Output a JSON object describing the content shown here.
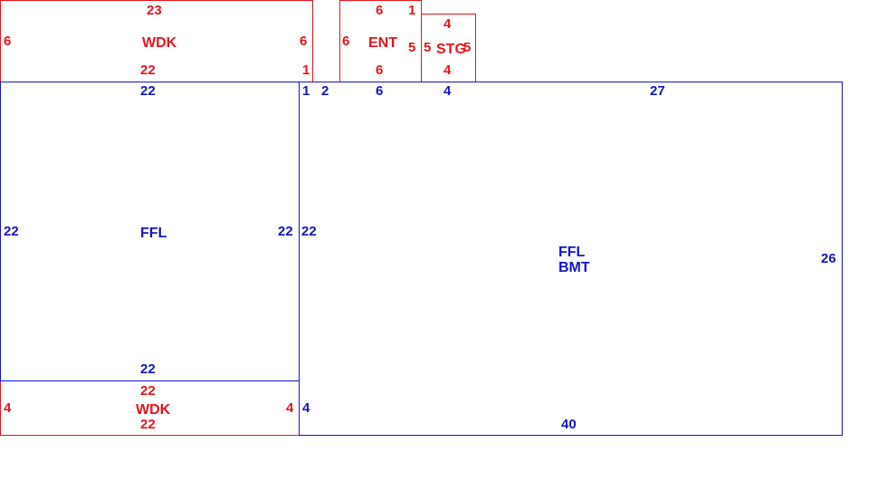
{
  "colors": {
    "exterior": "#e8141c",
    "interior": "#1414c8"
  },
  "rooms": {
    "wdk_top": {
      "name": "WDK",
      "top": "23",
      "left": "6",
      "right": "6",
      "bottom": "22",
      "right_bottom": "1"
    },
    "ent": {
      "name": "ENT",
      "top": "6",
      "top_right": "1",
      "left": "6",
      "right": "5",
      "bottom": "6"
    },
    "stg": {
      "name": "STG",
      "top": "4",
      "left": "5",
      "right": "5",
      "bottom": "4"
    },
    "ffl": {
      "name": "FFL",
      "top": "22",
      "left": "22",
      "right": "22",
      "bottom": "22"
    },
    "ffl_bmt": {
      "name_line1": "FFL",
      "name_line2": "BMT",
      "top_1": "1",
      "top_2": "2",
      "top_6": "6",
      "top_4": "4",
      "top_27": "27",
      "left": "22",
      "left_bottom": "4",
      "right": "26",
      "bottom": "40"
    },
    "wdk_bottom": {
      "name": "WDK",
      "top": "22",
      "left": "4",
      "right": "4",
      "bottom": "22"
    }
  }
}
